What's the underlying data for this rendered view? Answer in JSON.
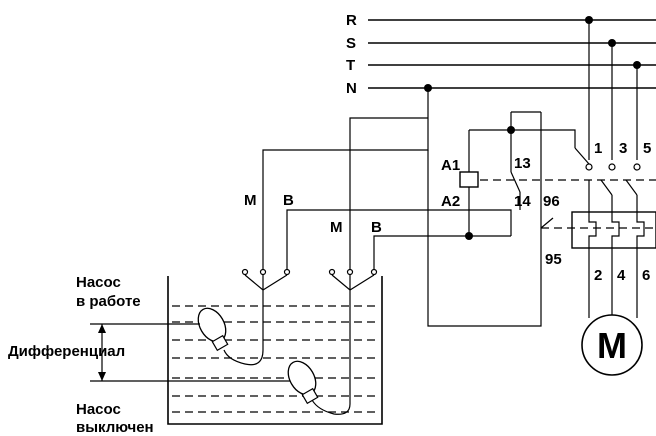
{
  "lines": {
    "r": "R",
    "s": "S",
    "t": "T",
    "n": "N"
  },
  "sensor_left": {
    "m": "M",
    "b": "B"
  },
  "sensor_right": {
    "m": "M",
    "b": "B"
  },
  "relay": {
    "a1": "A1",
    "a2": "A2",
    "c13": "13",
    "c14": "14",
    "c96": "96",
    "c95": "95"
  },
  "contactor": {
    "t1": "1",
    "t3": "3",
    "t5": "5",
    "t2": "2",
    "t4": "4",
    "t6": "6"
  },
  "motor": {
    "label": "M"
  },
  "tank": {
    "pump_on": [
      "Насос",
      "в работе"
    ],
    "differential": "Дифференциал",
    "pump_off": [
      "Насос",
      "выключен"
    ]
  }
}
